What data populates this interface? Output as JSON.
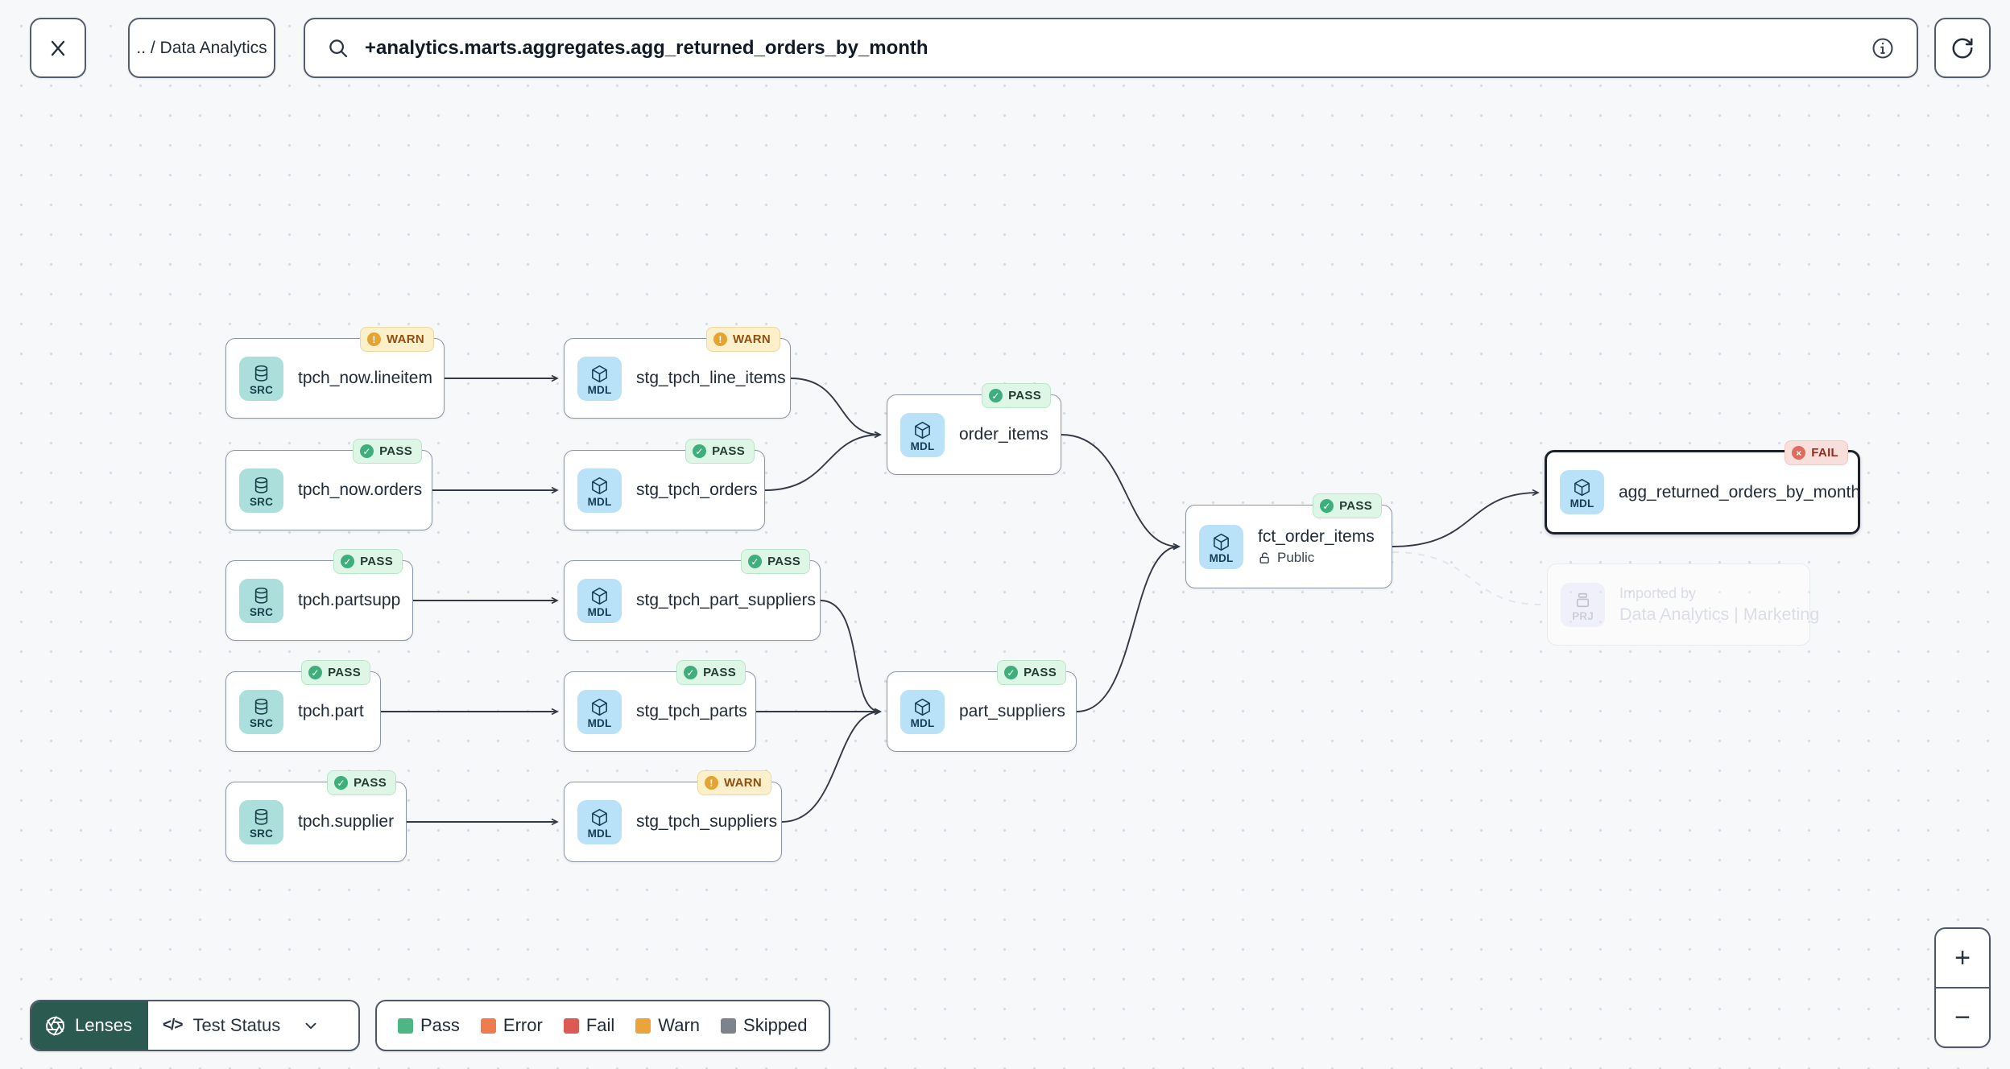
{
  "topbar": {
    "breadcrumb": ".. / Data Analytics",
    "search_value": "+analytics.marts.aggregates.agg_returned_orders_by_month"
  },
  "status_glyphs": {
    "PASS": "✓",
    "WARN": "!",
    "FAIL": "×"
  },
  "nodes": [
    {
      "type": "SRC",
      "label": "tpch_now.lineitem",
      "status": "WARN"
    },
    {
      "type": "MDL",
      "label": "stg_tpch_line_items",
      "status": "WARN"
    },
    {
      "type": "SRC",
      "label": "tpch_now.orders",
      "status": "PASS"
    },
    {
      "type": "MDL",
      "label": "stg_tpch_orders",
      "status": "PASS"
    },
    {
      "type": "MDL",
      "label": "order_items",
      "status": "PASS"
    },
    {
      "type": "SRC",
      "label": "tpch.partsupp",
      "status": "PASS"
    },
    {
      "type": "MDL",
      "label": "stg_tpch_part_suppliers",
      "status": "PASS"
    },
    {
      "type": "SRC",
      "label": "tpch.part",
      "status": "PASS"
    },
    {
      "type": "MDL",
      "label": "stg_tpch_parts",
      "status": "PASS"
    },
    {
      "type": "MDL",
      "label": "part_suppliers",
      "status": "PASS"
    },
    {
      "type": "SRC",
      "label": "tpch.supplier",
      "status": "PASS"
    },
    {
      "type": "MDL",
      "label": "stg_tpch_suppliers",
      "status": "WARN"
    },
    {
      "type": "MDL",
      "label": "fct_order_items",
      "status": "PASS",
      "access": "Public"
    },
    {
      "type": "MDL",
      "label": "agg_returned_orders_by_month",
      "status": "FAIL",
      "selected": true
    },
    {
      "type": "PRJ",
      "title": "Imported by",
      "subtitle": "Data Analytics | Marketing",
      "ghost": true
    }
  ],
  "toolbar": {
    "lenses_label": "Lenses",
    "lens_selected": "Test Status",
    "code_icon_text": "</>"
  },
  "legend": {
    "items": [
      {
        "label": "Pass",
        "color": "#4CB782"
      },
      {
        "label": "Error",
        "color": "#ED7D4E"
      },
      {
        "label": "Fail",
        "color": "#DD5A52"
      },
      {
        "label": "Warn",
        "color": "#EBA43B"
      },
      {
        "label": "Skipped",
        "color": "#7D838C"
      }
    ]
  },
  "zoom_controls": {
    "zoom_in": "+",
    "zoom_out": "−"
  },
  "colors": {
    "canvas_bg": "#F7F8FA",
    "node_border": "#8C95A6",
    "selected_border": "#1C222C",
    "src_icon_bg": "#ABDFDB",
    "mdl_icon_bg": "#B9E2F8",
    "prj_icon_bg": "#E9EBF9",
    "pass_badge_bg": "#DEF6E6",
    "warn_badge_bg": "#FBF0C9",
    "fail_badge_bg": "#F9DFDC",
    "lenses_bg": "#2B5B50"
  }
}
